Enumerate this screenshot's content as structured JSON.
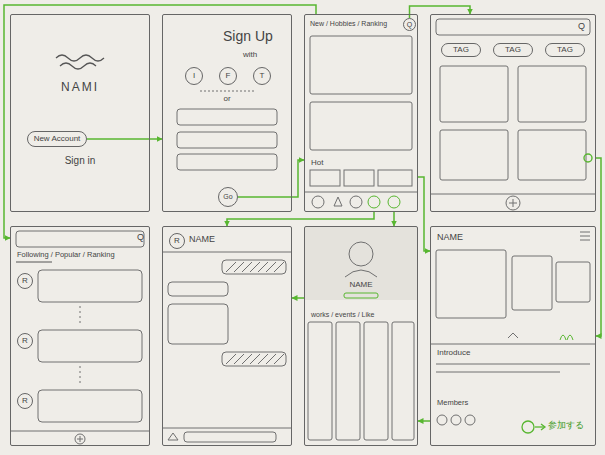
{
  "diagram": {
    "nodes": [
      {
        "text": [
          "NAMI",
          "Sign in"
        ]
      },
      {
        "text": [
          "New Account"
        ],
        "in": 0
      },
      {
        "text": [
          "Sign Up",
          "with",
          "or"
        ]
      },
      {
        "text": [
          "I"
        ],
        "in": 2
      },
      {
        "text": [
          "F"
        ],
        "in": 2
      },
      {
        "text": [
          "T"
        ],
        "in": 2
      },
      {
        "text": [
          "Go"
        ],
        "in": 2
      },
      {
        "text": [
          "New / Hobbies / Ranking",
          "Hot"
        ]
      },
      {
        "text": [
          "Q"
        ],
        "in": 7
      },
      {
        "text": [
          "Q"
        ]
      },
      {
        "text": [
          "TAG"
        ],
        "in": 9
      },
      {
        "text": [
          "TAG"
        ],
        "in": 9
      },
      {
        "text": [
          "TAG"
        ],
        "in": 9
      },
      {
        "text": [
          "Q",
          "Following / Popular / Ranking"
        ]
      },
      {
        "text": [
          "R"
        ],
        "in": 13
      },
      {
        "text": [
          "R"
        ],
        "in": 13
      },
      {
        "text": [
          "R"
        ],
        "in": 13
      },
      {
        "text": [
          "NAME"
        ]
      },
      {
        "text": [
          "R"
        ],
        "in": 17
      },
      {
        "text": [
          "NAME",
          "works / events / Like"
        ]
      },
      {
        "text": [
          "NAME",
          "Introduce",
          "Members"
        ]
      }
    ],
    "edges": [
      {
        "from": 1,
        "to": 2,
        "arrow": "to"
      },
      {
        "from": 6,
        "to": 7,
        "arrow": "to"
      },
      {
        "from": 7,
        "to": 13,
        "arrow": "to"
      },
      {
        "from": 8,
        "to": 9,
        "arrow": "to"
      },
      {
        "from": 9,
        "to": 20,
        "arrow": "to"
      },
      {
        "from": 7,
        "to": 17,
        "arrow": "to"
      },
      {
        "from": 7,
        "to": 19,
        "arrow": "to"
      },
      {
        "from": 7,
        "to": 20,
        "arrow": "to"
      },
      {
        "from": 19,
        "to": 17,
        "arrow": "to"
      },
      {
        "from": 20,
        "to": 19,
        "arrow": "to"
      }
    ],
    "labels": [
      "参加する"
    ]
  }
}
